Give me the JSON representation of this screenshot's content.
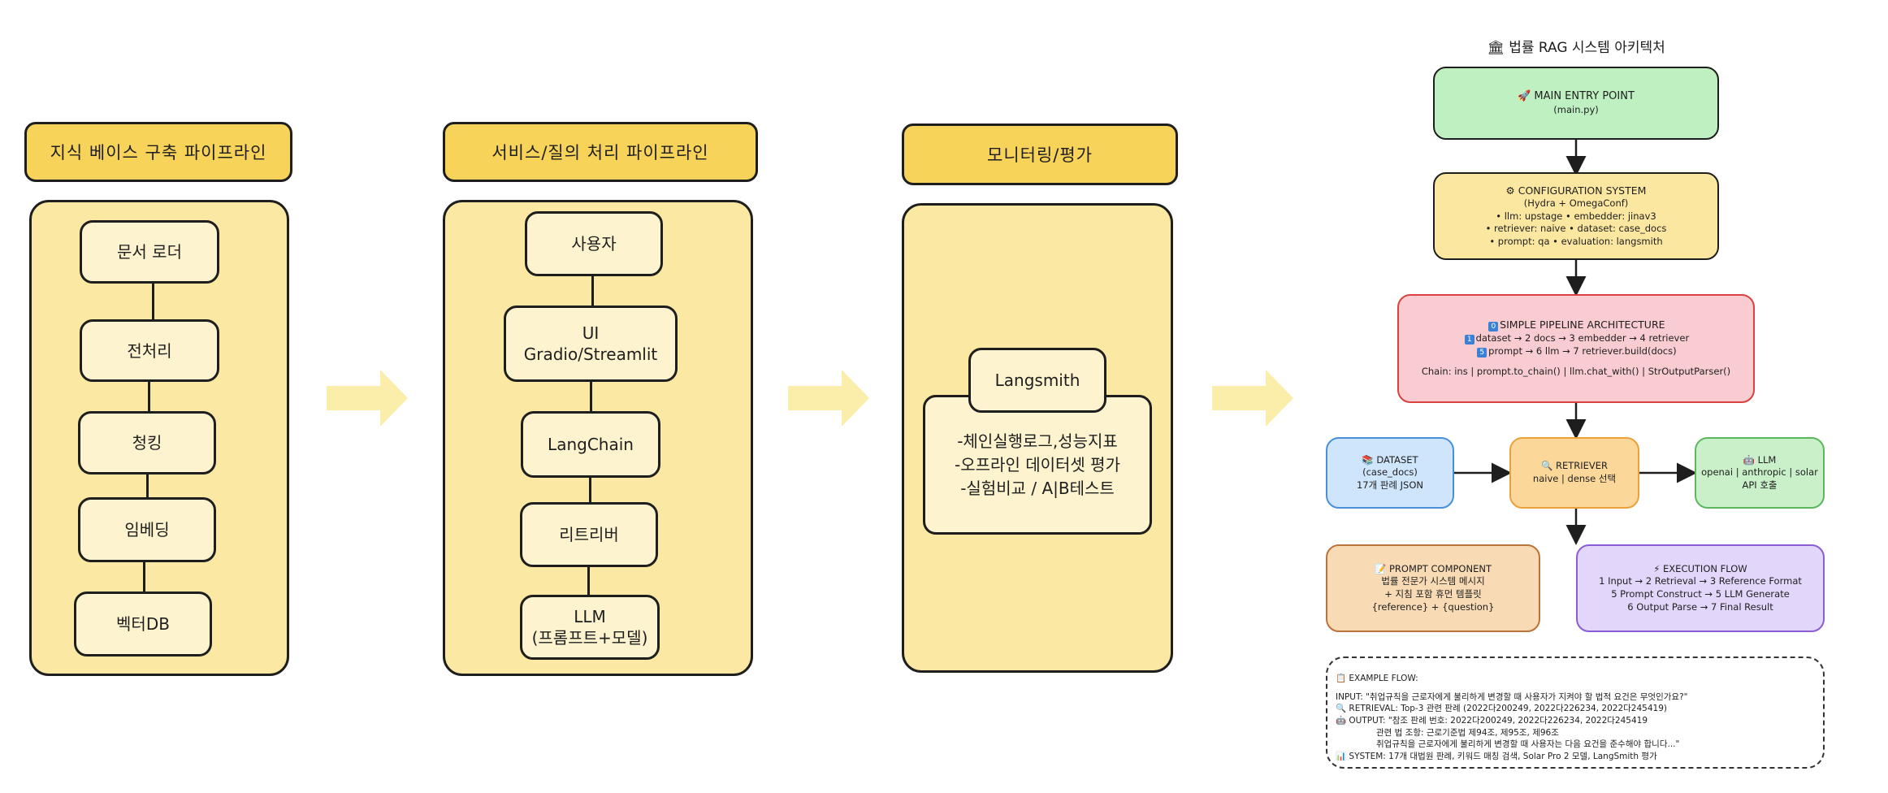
{
  "pipelines": {
    "knowledge": {
      "header": "지식 베이스 구축 파이프라인",
      "nodes": [
        "문서 로더",
        "전처리",
        "청킹",
        "임베딩",
        "벡터DB"
      ]
    },
    "service": {
      "header": "서비스/질의 처리 파이프라인",
      "nodes": [
        "사용자",
        "UI\nGradio/Streamlit",
        "LangChain",
        "리트리버",
        "LLM\n(프롬프트+모델)"
      ]
    },
    "monitoring": {
      "header": "모니터링/평가",
      "node": "Langsmith",
      "desc": "-체인실행로그,성능지표\n-오프라인 데이터셋 평가\n-실험비교 / A|B테스트"
    }
  },
  "architecture": {
    "title": "🏛 법률 RAG 시스템 아키텍처",
    "entry": {
      "title": "🚀 MAIN ENTRY POINT",
      "sub": "(main.py)"
    },
    "config": {
      "title": "⚙ CONFIGURATION SYSTEM",
      "lines": [
        "(Hydra + OmegaConf)",
        "• llm: upstage • embedder: jinav3",
        "• retriever: naive • dataset: case_docs",
        "• prompt: qa • evaluation: langsmith"
      ]
    },
    "pipeline": {
      "title": "SIMPLE PIPELINE ARCHITECTURE",
      "line1": "dataset → 2 docs → 3 embedder → 4 retriever",
      "line2": "prompt → 6 llm → 7 retriever.build(docs)",
      "chain": "Chain: ins | prompt.to_chain() | llm.chat_with() | StrOutputParser()"
    },
    "dataset": {
      "title": "📚 DATASET",
      "lines": [
        "(case_docs)",
        "17개 판례 JSON"
      ]
    },
    "retriever": {
      "title": "🔍 RETRIEVER",
      "lines": [
        "naive | dense 선택"
      ]
    },
    "llm": {
      "title": "🤖 LLM",
      "lines": [
        "openai | anthropic | solar",
        "API 호출"
      ]
    },
    "prompt": {
      "title": "📝 PROMPT COMPONENT",
      "lines": [
        "법률 전문가 시스템 메시지",
        "+ 지침 포함 휴먼 템플릿",
        "{reference} + {question}"
      ]
    },
    "execution": {
      "title": "⚡ EXECUTION FLOW",
      "lines": [
        "1 Input → 2 Retrieval → 3 Reference Format",
        "5 Prompt Construct → 5 LLM Generate",
        "6 Output Parse → 7 Final Result"
      ]
    },
    "example": {
      "title": "📋 EXAMPLE FLOW:",
      "lines": [
        "INPUT: \"취업규칙을 근로자에게 불리하게 변경할 때 사용자가 지켜야 할 법적 요건은 무엇인가요?\"",
        "🔍 RETRIEVAL: Top-3 관련 판례 (2022다200249, 2022다226234, 2022다245419)",
        "🤖 OUTPUT: \"참조 판례 번호: 2022다200249, 2022다226234, 2022다245419",
        "관련 법 조항: 근로기준법 제94조, 제95조, 제96조",
        "취업규칙을 근로자에게 불리하게 변경할 때 사용자는 다음 요건을 준수해야 합니다...\"",
        "📊 SYSTEM: 17개 대법원 판례, 키워드 매칭 검색, Solar Pro 2 모델, LangSmith 평가"
      ]
    }
  },
  "colors": {
    "header_fill": "#f7d35a",
    "panel_fill": "#fbe9a3",
    "node_fill": "#fdf3cf",
    "arrow_fill": "#fbeeaa"
  }
}
